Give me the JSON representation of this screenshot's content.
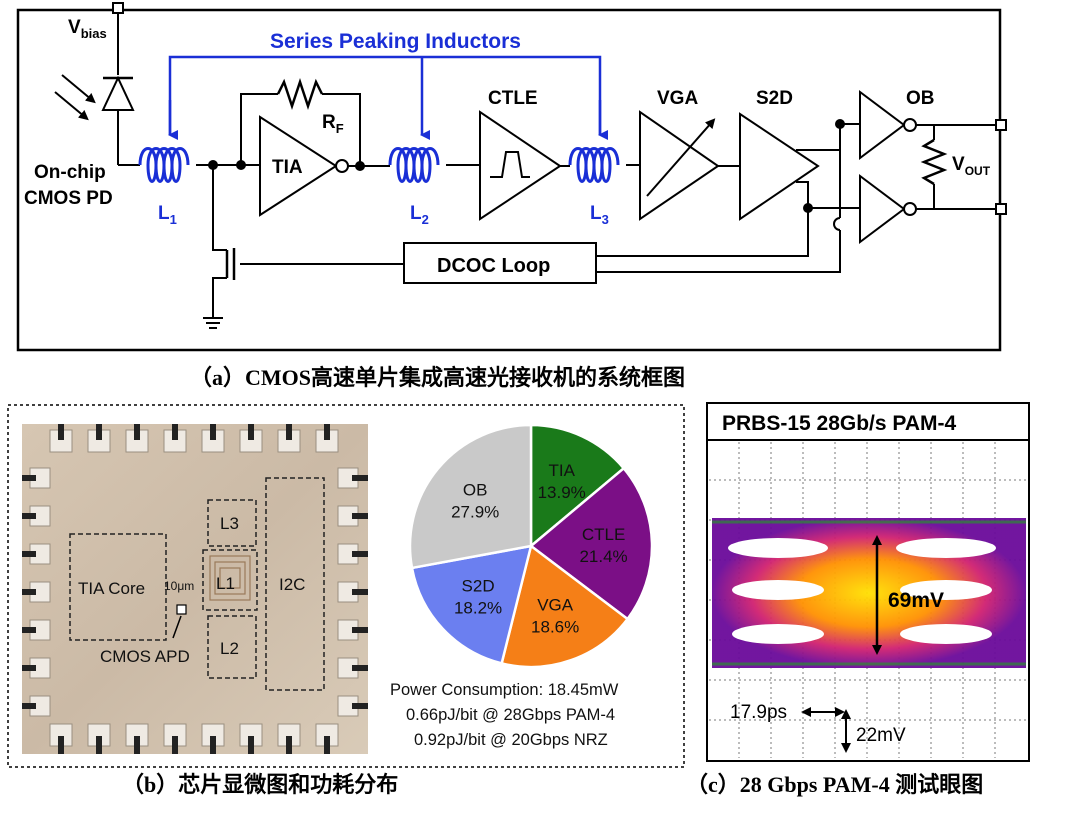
{
  "panel_a": {
    "vbias": "V",
    "vbias_sub": "bias",
    "pd_label_1": "On-chip",
    "pd_label_2": "CMOS PD",
    "series_peaking": "Series Peaking Inductors",
    "l1": "L",
    "l1_sub": "1",
    "l2": "L",
    "l2_sub": "2",
    "l3": "L",
    "l3_sub": "3",
    "rf": "R",
    "rf_sub": "F",
    "tia": "TIA",
    "ctle": "CTLE",
    "vga": "VGA",
    "s2d": "S2D",
    "ob": "OB",
    "vout": "V",
    "vout_sub": "OUT",
    "dcoc": "DCOC Loop",
    "caption": "（a）CMOS高速单片集成高速光接收机的系统框图"
  },
  "panel_b": {
    "tia_core": "TIA Core",
    "scale": "10μm",
    "cmos_apd": "CMOS APD",
    "l1": "L1",
    "l2": "L2",
    "l3": "L3",
    "i2c": "I2C",
    "power_line1": "Power Consumption: 18.45mW",
    "power_line2": "0.66pJ/bit @ 28Gbps PAM-4",
    "power_line3": "0.92pJ/bit @ 20Gbps NRZ",
    "caption": "（b）芯片显微图和功耗分布"
  },
  "chart_data": {
    "type": "pie",
    "title": "",
    "slices": [
      {
        "label": "TIA",
        "value": 13.9,
        "text": "13.9%",
        "color": "#1a7a1a"
      },
      {
        "label": "CTLE",
        "value": 21.4,
        "text": "21.4%",
        "color": "#7b0f86"
      },
      {
        "label": "VGA",
        "value": 18.6,
        "text": "18.6%",
        "color": "#f57f17"
      },
      {
        "label": "S2D",
        "value": 18.2,
        "text": "18.2%",
        "color": "#6b7ff0"
      },
      {
        "label": "OB",
        "value": 27.9,
        "text": "27.9%",
        "color": "#c9c9c9"
      }
    ]
  },
  "panel_c": {
    "title": "PRBS-15 28Gb/s PAM-4",
    "eye_height": "69mV",
    "jitter": "17.9ps",
    "level": "22mV",
    "caption": "（c）28 Gbps PAM-4 测试眼图"
  },
  "colors": {
    "accent_blue": "#1a2fd6",
    "line": "#000000"
  }
}
